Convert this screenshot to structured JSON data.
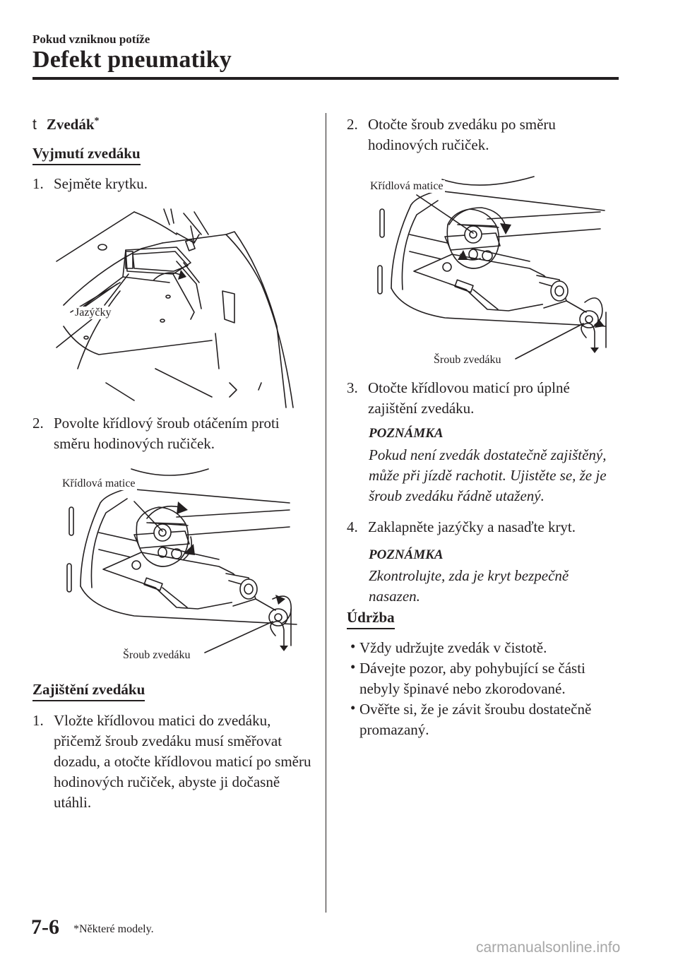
{
  "header": {
    "section": "Pokud vzniknou potíže",
    "title": "Defekt pneumatiky"
  },
  "topic": {
    "bullet": "t",
    "name": "Zvedák",
    "marker": "*"
  },
  "left": {
    "removal_heading": "Vyjmutí zvedáku",
    "step1_num": "1.",
    "step1_text": "Sejměte krytku.",
    "fig1_label": "Jazýčky",
    "step2_num": "2.",
    "step2_text": "Povolte křídlový šroub otáčením proti směru hodinových ručiček.",
    "fig2_label_top": "Křídlová matice",
    "fig2_label_bottom": "Šroub zvedáku",
    "securing_heading": "Zajištění zvedáku",
    "sec_step1_num": "1.",
    "sec_step1_text": "Vložte křídlovou matici do zvedáku, přičemž šroub zvedáku musí směřovat dozadu, a otočte křídlovou maticí po směru hodinových ručiček, abyste ji dočasně utáhli."
  },
  "right": {
    "step2_num": "2.",
    "step2_text": "Otočte šroub zvedáku po směru hodinových ručiček.",
    "fig3_label_top": "Křídlová matice",
    "fig3_label_bottom": "Šroub zvedáku",
    "step3_num": "3.",
    "step3_text": "Otočte křídlovou maticí pro úplné zajištění zvedáku.",
    "note1_title": "POZNÁMKA",
    "note1_text": "Pokud není zvedák dostatečně zajištěný, může při jízdě rachotit. Ujistěte se, že je šroub zvedáku řádně utažený.",
    "step4_num": "4.",
    "step4_text": "Zaklapněte jazýčky a nasaďte kryt.",
    "note2_title": "POZNÁMKA",
    "note2_text": "Zkontrolujte, zda je kryt bezpečně nasazen.",
    "maintenance_heading": "Údržba",
    "bullet_symbol": "•",
    "maint_items": [
      "Vždy udržujte zvedák v čistotě.",
      "Dávejte pozor, aby pohybující se části nebyly špinavé nebo zkorodované.",
      "Ověřte si, že je závit šroubu dostatečně promazaný."
    ]
  },
  "footer": {
    "page_number": "7-6",
    "footnote": "*Některé modely.",
    "watermark": "carmanualsonline.info"
  }
}
